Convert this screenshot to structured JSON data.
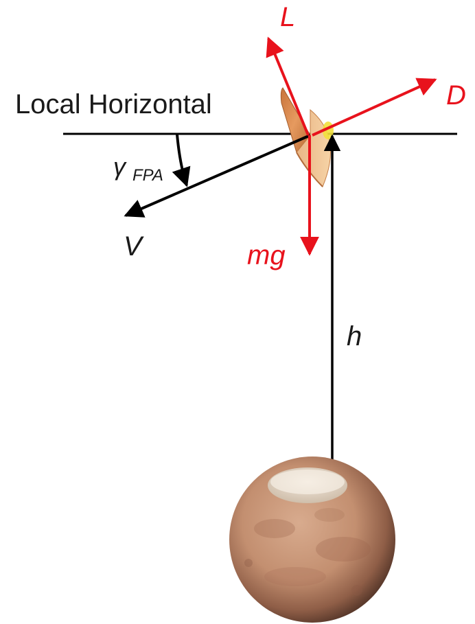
{
  "labels": {
    "local_horizontal": "Local Horizontal",
    "lift": "L",
    "drag": "D",
    "gravity": "mg",
    "velocity": "V",
    "altitude": "h",
    "flight_path_angle_symbol": "γ",
    "flight_path_angle_subscript": "FPA"
  },
  "colors": {
    "force_vector": "#e8121c",
    "reference_line": "#000000",
    "label_text": "#1a1a1a",
    "capsule_shell": "#d9874e",
    "capsule_heatshield": "#f0c38f",
    "capsule_highlight": "#f4e03a",
    "planet_base": "#c79578",
    "planet_polar_cap": "#e8dccd"
  },
  "icons": {
    "vehicle": "entry-capsule-icon",
    "planet": "mars-planet-icon"
  }
}
